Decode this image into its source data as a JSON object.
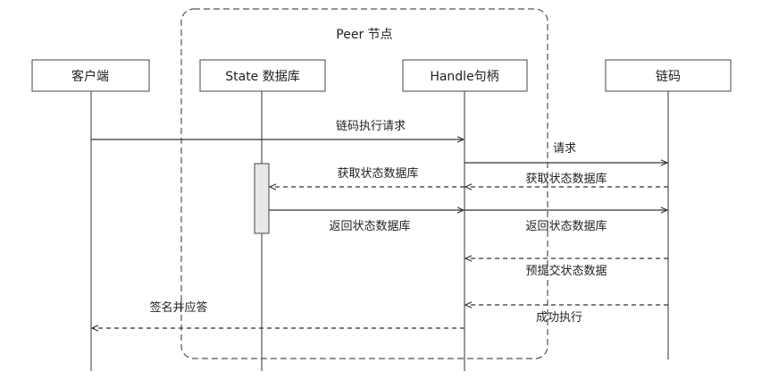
{
  "group": {
    "title": "Peer 节点"
  },
  "participants": [
    {
      "id": "client",
      "label": "客户端"
    },
    {
      "id": "state",
      "label": "State 数据库"
    },
    {
      "id": "handle",
      "label": "Handle句柄"
    },
    {
      "id": "chaincode",
      "label": "链码"
    }
  ],
  "messages": [
    {
      "label": "链码执行请求",
      "style": "solid"
    },
    {
      "label": "请求",
      "style": "solid"
    },
    {
      "label": "获取状态数据库",
      "style": "dashed"
    },
    {
      "label": "获取状态数据库",
      "style": "dashed"
    },
    {
      "label": "返回状态数据库",
      "style": "solid"
    },
    {
      "label": "返回状态数据库",
      "style": "solid"
    },
    {
      "label": "预提交状态数据",
      "style": "dashed"
    },
    {
      "label": "成功执行",
      "style": "dashed"
    },
    {
      "label": "签名并应答",
      "style": "dashed"
    }
  ],
  "colors": {
    "line": "#333333",
    "box_border": "#444444",
    "activation_fill": "#e8e8e8"
  }
}
